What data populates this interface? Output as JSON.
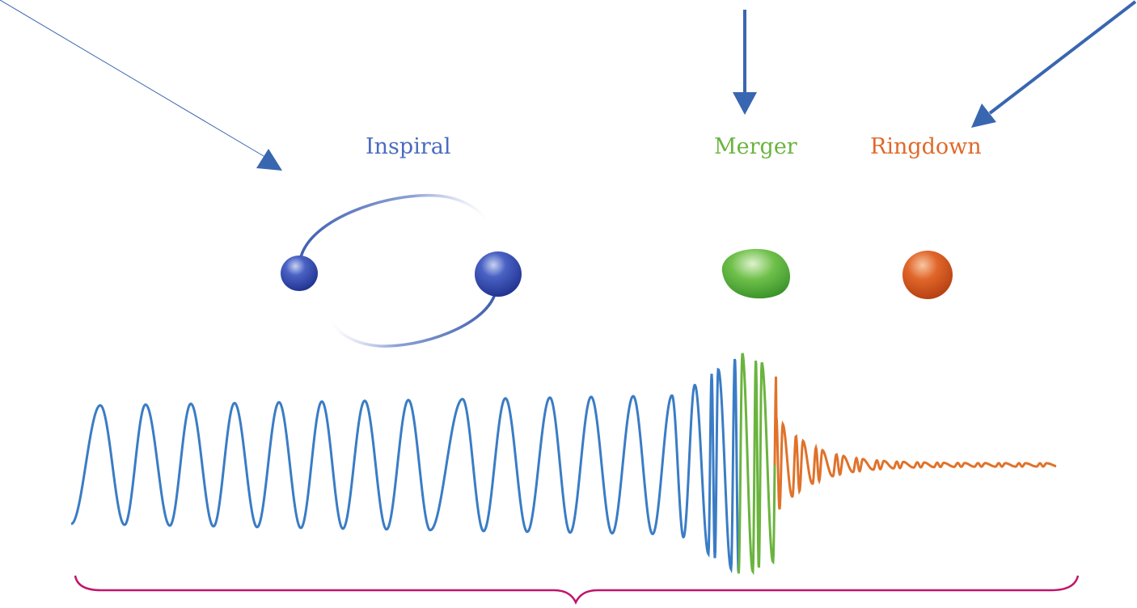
{
  "phases": [
    {
      "key": "inspiral",
      "label": "Inspiral",
      "color": "#4a6bbf"
    },
    {
      "key": "merger",
      "label": "Merger",
      "color": "#6ab43e"
    },
    {
      "key": "ringdown",
      "label": "Ringdown",
      "color": "#e0692a"
    }
  ],
  "colors": {
    "arrow": "#3966b0",
    "waveform_inspiral": "#3a7cc5",
    "waveform_merger": "#6ab43e",
    "waveform_ringdown": "#e0722a",
    "brace": "#c2136c",
    "black_hole_blue": "#2d45a8",
    "black_hole_green": "#4aa336",
    "black_hole_orange": "#d8551c"
  },
  "icons": {
    "arrows": "arrow-icon",
    "black_holes": "black-hole-icon",
    "brace": "curly-brace-icon"
  }
}
